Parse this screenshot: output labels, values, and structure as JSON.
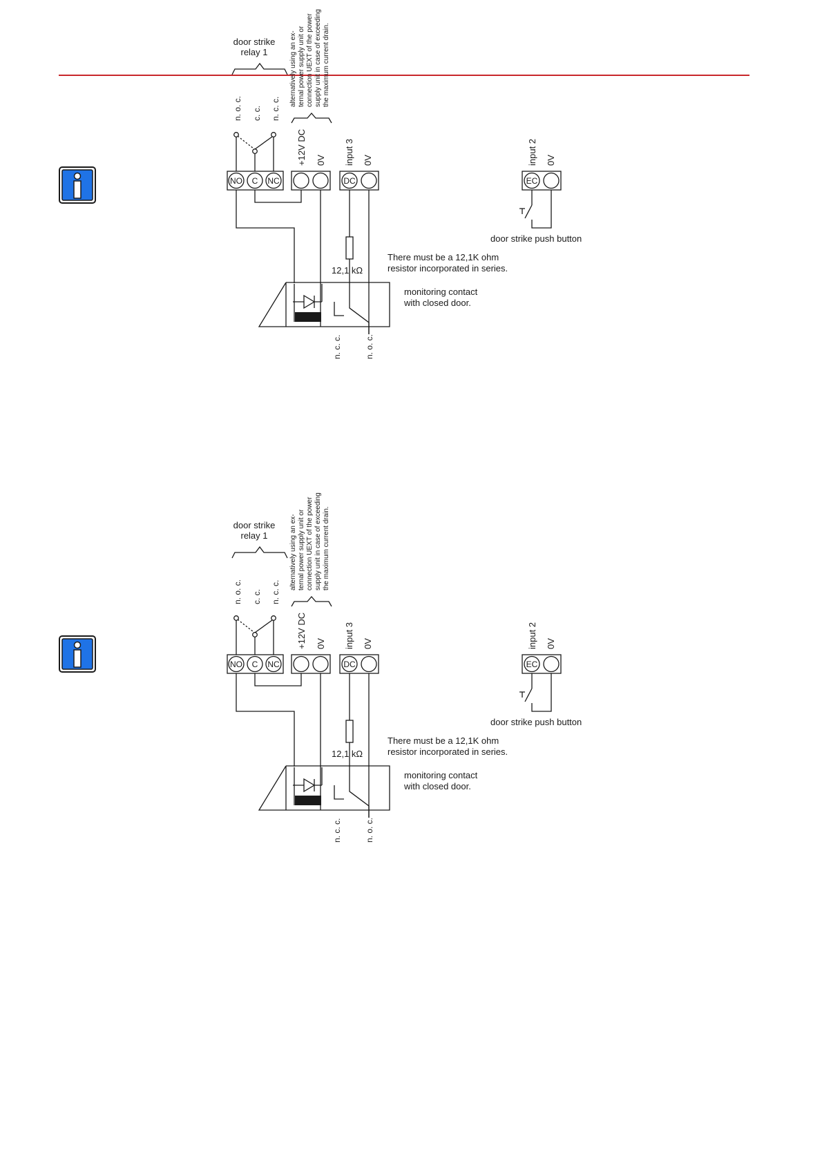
{
  "diagrams": [
    {
      "relay_title_line1": "door strike",
      "relay_title_line2": "relay 1",
      "contact_labels": [
        "n. o. c.",
        "c. c.",
        "n. c. c."
      ],
      "alt_power_note": [
        "alternatively using an ex-",
        "ternal power supply unit or",
        "connection UEXT of the power",
        "supply unit in case of exceeding",
        "the maximum current drain."
      ],
      "power_label": "+12V DC",
      "power_0v_label": "0V",
      "input3_label": "input 3",
      "input3_0v_label": "0V",
      "input2_label": "input 2",
      "input2_0v_label": "0V",
      "terminal_labels": {
        "no": "NO",
        "c": "C",
        "nc": "NC",
        "dc": "DC",
        "ec": "EC"
      },
      "push_button_label": "door strike push button",
      "resistor_value": "12,1 kΩ",
      "resistor_note_line1": "There must be a 12,1K ohm",
      "resistor_note_line2": "resistor incorporated in series.",
      "monitoring_line1": "monitoring contact",
      "monitoring_line2": "with closed door.",
      "box_contact_labels": [
        "n. c. c.",
        "n. o. c."
      ]
    },
    {
      "relay_title_line1": "door strike",
      "relay_title_line2": "relay 1",
      "contact_labels": [
        "n. o. c.",
        "c. c.",
        "n. c. c."
      ],
      "alt_power_note": [
        "alternatively using an ex-",
        "ternal power supply unit or",
        "connection UEXT of the power",
        "supply unit in case of exceeding",
        "the maximum current drain."
      ],
      "power_label": "+12V DC",
      "power_0v_label": "0V",
      "input3_label": "input 3",
      "input3_0v_label": "0V",
      "input2_label": "input 2",
      "input2_0v_label": "0V",
      "terminal_labels": {
        "no": "NO",
        "c": "C",
        "nc": "NC",
        "dc": "DC",
        "ec": "EC"
      },
      "push_button_label": "door strike push button",
      "resistor_value": "12,1 kΩ",
      "resistor_note_line1": "There must be a 12,1K ohm",
      "resistor_note_line2": "resistor incorporated in series.",
      "monitoring_line1": "monitoring contact",
      "monitoring_line2": "with closed door.",
      "box_contact_labels": [
        "n. c. c.",
        "n. o. c."
      ]
    }
  ]
}
